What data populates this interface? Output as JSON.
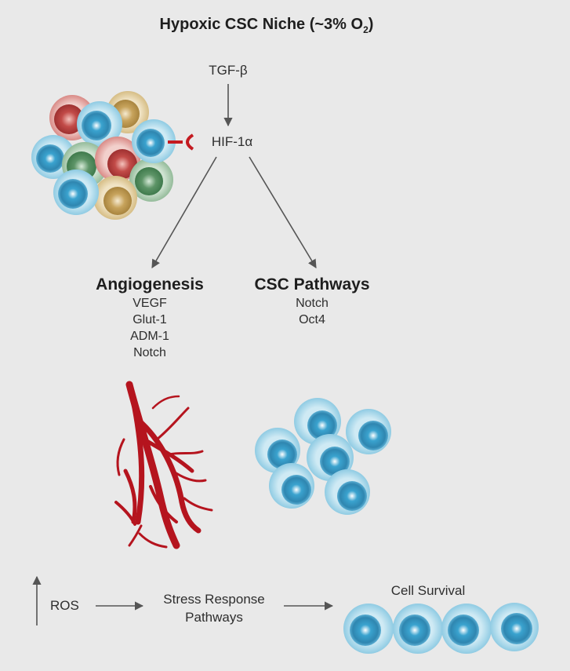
{
  "title": {
    "text": "Hypoxic CSC Niche (~3% O",
    "subscript": "2",
    "close": ")"
  },
  "nodes": {
    "tgf": "TGF-β",
    "hif": "HIF-1α"
  },
  "branches": {
    "angiogenesis": {
      "heading": "Angiogenesis",
      "items": [
        "VEGF",
        "Glut-1",
        "ADM-1",
        "Notch"
      ]
    },
    "csc_pathways": {
      "heading": "CSC Pathways",
      "items": [
        "Notch",
        "Oct4"
      ]
    }
  },
  "bottom_flow": {
    "ros": "ROS",
    "stress_line1": "Stress Response",
    "stress_line2": "Pathways",
    "survival": "Cell Survival"
  },
  "colors": {
    "background": "#e9e9e9",
    "arrow": "#555555",
    "vessel": "#b5141e",
    "cell_blue": "#7ec5de",
    "cell_red": "#c25a57",
    "cell_green": "#6f9e7a",
    "cell_yellow": "#d2b77a"
  }
}
